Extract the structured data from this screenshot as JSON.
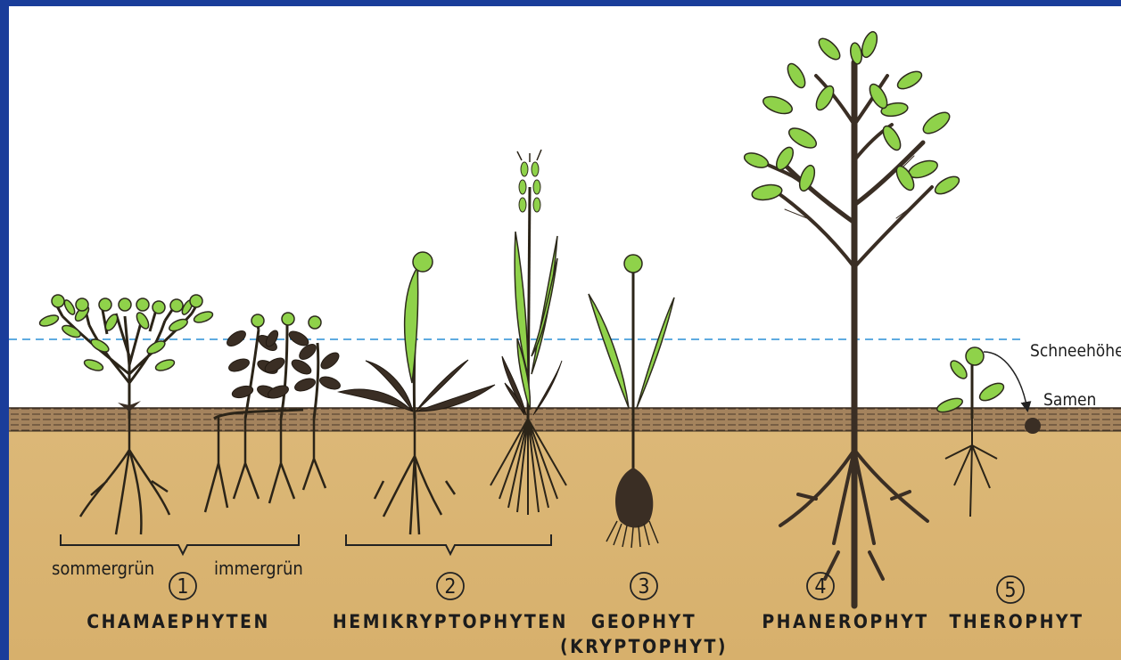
{
  "snow_label": "Schneehöhe",
  "seed_label": "Samen",
  "groups": [
    {
      "number": "1",
      "name": "CHAMAEPHYTEN",
      "sub_left": "sommergrün",
      "sub_right": "immergrün"
    },
    {
      "number": "2",
      "name": "HEMIKRYPTOPHYTEN"
    },
    {
      "number": "3",
      "name": "GEOPHYT",
      "name2": "(KRYPTOPHYT)"
    },
    {
      "number": "4",
      "name": "PHANEROPHYT"
    },
    {
      "number": "5",
      "name": "THEROPHYT"
    }
  ],
  "colors": {
    "background_frame": "#1a3d9a",
    "paper": "#ffffff",
    "soil": "#d9b470",
    "soil_band": "#9c7a55",
    "leaf": "#8fd24a",
    "leaf_edge": "#2d2a1c",
    "dark_leaf": "#3a2e24",
    "snow_line": "#2a8fd6"
  }
}
